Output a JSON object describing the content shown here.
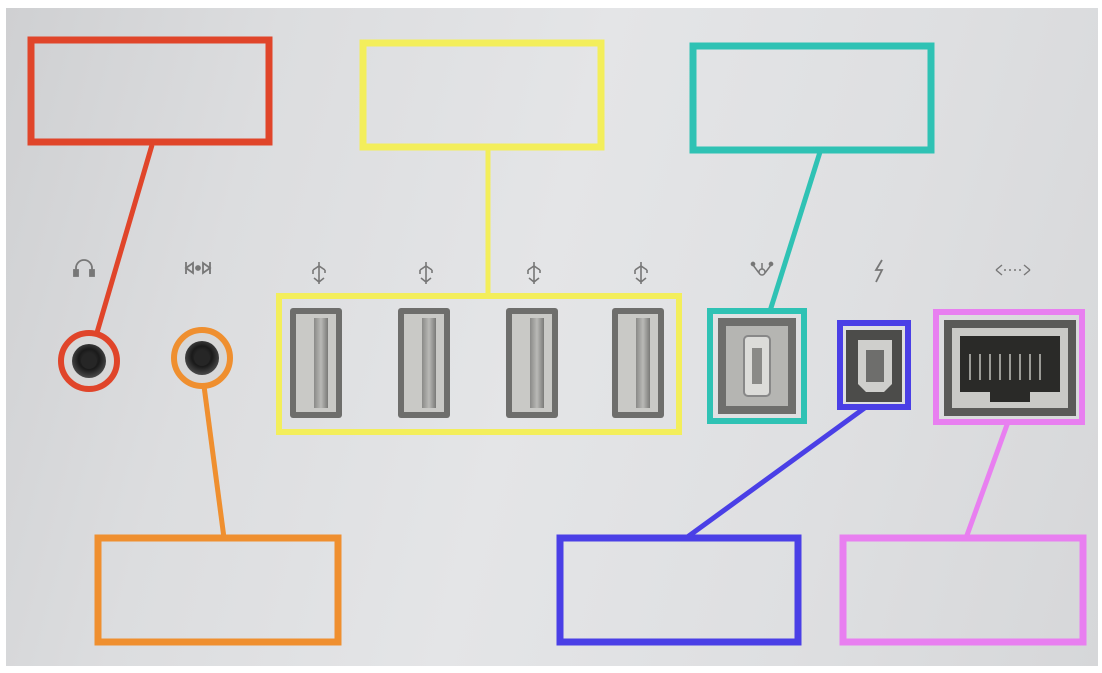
{
  "ports": [
    {
      "name": "headphone-jack",
      "icon": "headphones-icon",
      "label": "",
      "color": "#e0452a"
    },
    {
      "name": "audio-line-in",
      "icon": "audio-line-in-icon",
      "label": "",
      "color": "#ef8f2f"
    },
    {
      "name": "usb-ports",
      "icon": "usb-icon",
      "count": 4,
      "label": "",
      "color": "#f3ee5b"
    },
    {
      "name": "firewire-800-port",
      "icon": "firewire-icon",
      "label": "",
      "color": "#2fc2b4"
    },
    {
      "name": "thunderbolt-port",
      "icon": "thunderbolt-icon",
      "label": "",
      "color": "#4a3fe6"
    },
    {
      "name": "ethernet-port",
      "icon": "ethernet-icon",
      "label": "",
      "color": "#e87ff0"
    }
  ]
}
